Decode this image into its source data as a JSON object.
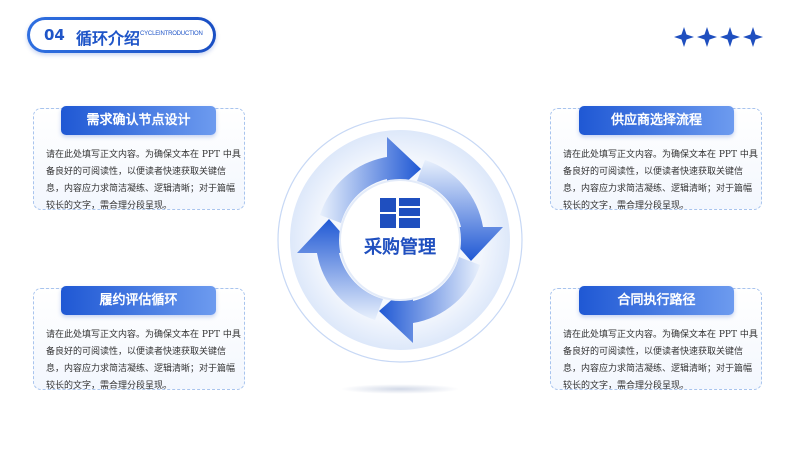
{
  "header": {
    "number": "04",
    "title": "循环介绍",
    "subtitle": "CYCLEINTRODUCTION"
  },
  "center": {
    "label": "采购管理",
    "icon": "grid-icon"
  },
  "cards": {
    "top_left": {
      "title": "需求确认节点设计",
      "body": "请在此处填写正文内容。为确保文本在 PPT 中具备良好的可阅读性，以便读者快速获取关键信息，内容应力求简洁凝练、逻辑清晰；对于篇幅较长的文字，需合理分段呈现。"
    },
    "top_right": {
      "title": "供应商选择流程",
      "body": "请在此处填写正文内容。为确保文本在 PPT 中具备良好的可阅读性，以便读者快速获取关键信息，内容应力求简洁凝练、逻辑清晰；对于篇幅较长的文字，需合理分段呈现。"
    },
    "bottom_left": {
      "title": "履约评估循环",
      "body": "请在此处填写正文内容。为确保文本在 PPT 中具备良好的可阅读性，以便读者快速获取关键信息，内容应力求简洁凝练、逻辑清晰；对于篇幅较长的文字，需合理分段呈现。"
    },
    "bottom_right": {
      "title": "合同执行路径",
      "body": "请在此处填写正文内容。为确保文本在 PPT 中具备良好的可阅读性，以便读者快速获取关键信息，内容应力求简洁凝练、逻辑清晰；对于篇幅较长的文字，需合理分段呈现。"
    }
  },
  "colors": {
    "primary": "#1f55c8",
    "light": "#a8c4ee"
  }
}
